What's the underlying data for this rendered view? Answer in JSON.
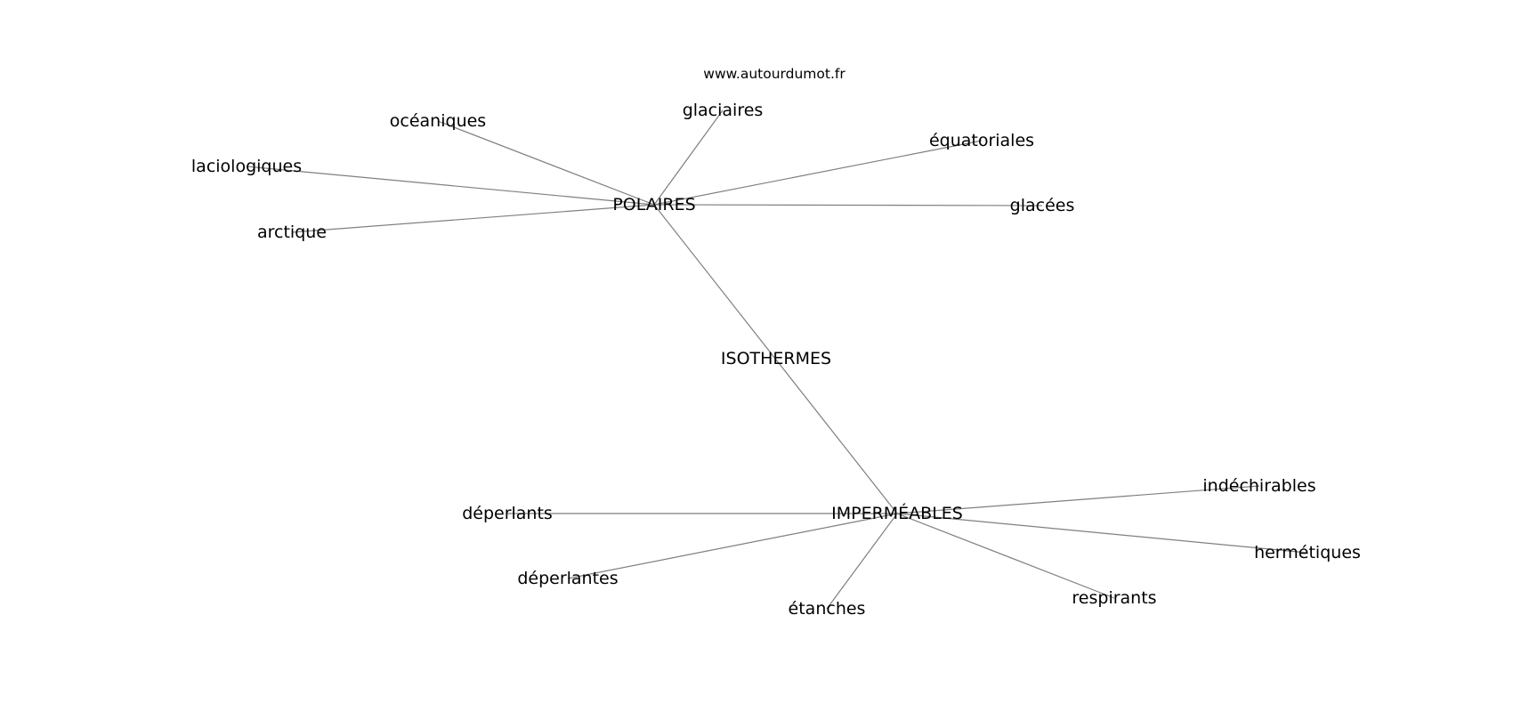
{
  "watermark": "www.autourdumot.fr",
  "colors": {
    "edge": "#7f7f7f",
    "text": "#000000",
    "background": "#ffffff"
  },
  "nodes": [
    {
      "id": "isothermes",
      "label": "ISOTHERMES"
    },
    {
      "id": "polaires",
      "label": "POLAIRES"
    },
    {
      "id": "impermeables",
      "label": "IMPERMÉABLES"
    },
    {
      "id": "oceaniques",
      "label": "océaniques"
    },
    {
      "id": "laciologiques",
      "label": "laciologiques"
    },
    {
      "id": "arctique",
      "label": "arctique"
    },
    {
      "id": "glaciaires",
      "label": "glaciaires"
    },
    {
      "id": "equatoriales",
      "label": "équatoriales"
    },
    {
      "id": "glacees",
      "label": "glacées"
    },
    {
      "id": "deperlants",
      "label": "déperlants"
    },
    {
      "id": "deperlantes",
      "label": "déperlantes"
    },
    {
      "id": "etanches",
      "label": "étanches"
    },
    {
      "id": "respirants",
      "label": "respirants"
    },
    {
      "id": "indechirables",
      "label": "indéchirables"
    },
    {
      "id": "hermetiques",
      "label": "hermétiques"
    }
  ],
  "edges": [
    [
      "polaires",
      "impermeables"
    ],
    [
      "polaires",
      "oceaniques"
    ],
    [
      "polaires",
      "laciologiques"
    ],
    [
      "polaires",
      "arctique"
    ],
    [
      "polaires",
      "glaciaires"
    ],
    [
      "polaires",
      "equatoriales"
    ],
    [
      "polaires",
      "glacees"
    ],
    [
      "impermeables",
      "deperlants"
    ],
    [
      "impermeables",
      "deperlantes"
    ],
    [
      "impermeables",
      "etanches"
    ],
    [
      "impermeables",
      "respirants"
    ],
    [
      "impermeables",
      "indechirables"
    ],
    [
      "impermeables",
      "hermetiques"
    ]
  ]
}
